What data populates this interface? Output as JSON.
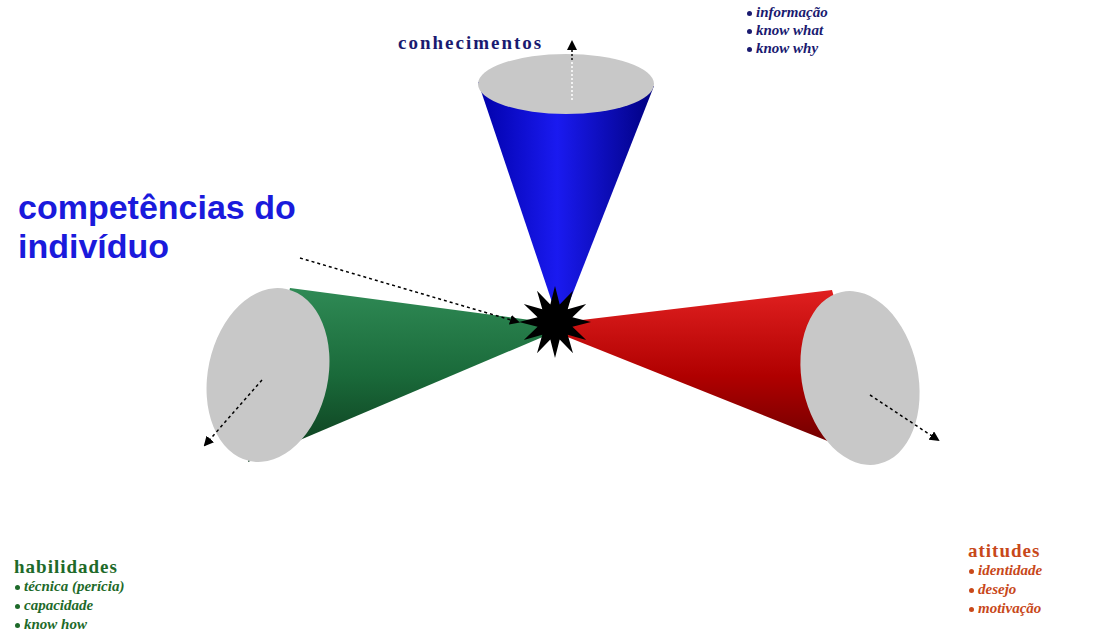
{
  "diagram": {
    "labels": [
      "competências do indivíduo",
      "conhecimentos",
      "informação",
      "know what",
      "know why",
      "habilidades",
      "técnica (perícia)",
      "capacidade",
      "know how",
      "atitudes",
      "identidade",
      "desejo",
      "motivação"
    ]
  }
}
